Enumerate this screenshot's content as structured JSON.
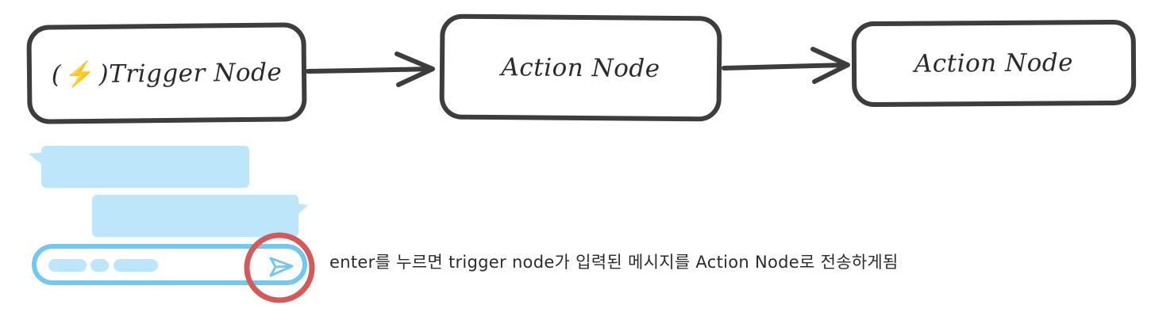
{
  "diagram": {
    "nodes": [
      {
        "id": "trigger",
        "prefix": "(",
        "icon": "lightning-bolt-icon",
        "icon_glyph": "⚡",
        "suffix": ")Trigger Node"
      },
      {
        "id": "action-1",
        "label": "Action Node"
      },
      {
        "id": "action-2",
        "label": "Action Node"
      }
    ],
    "edges": [
      {
        "from": "trigger",
        "to": "action-1"
      },
      {
        "from": "action-1",
        "to": "action-2"
      }
    ]
  },
  "chat_illustration": {
    "bubble_color": "#bde6fb",
    "input_border_color": "#73c8f0",
    "send_icon": "send-icon",
    "highlight_color": "#d45a5a"
  },
  "caption": "enter를 누르면 trigger node가 입력된 메시지를 Action Node로 전송하게됨"
}
